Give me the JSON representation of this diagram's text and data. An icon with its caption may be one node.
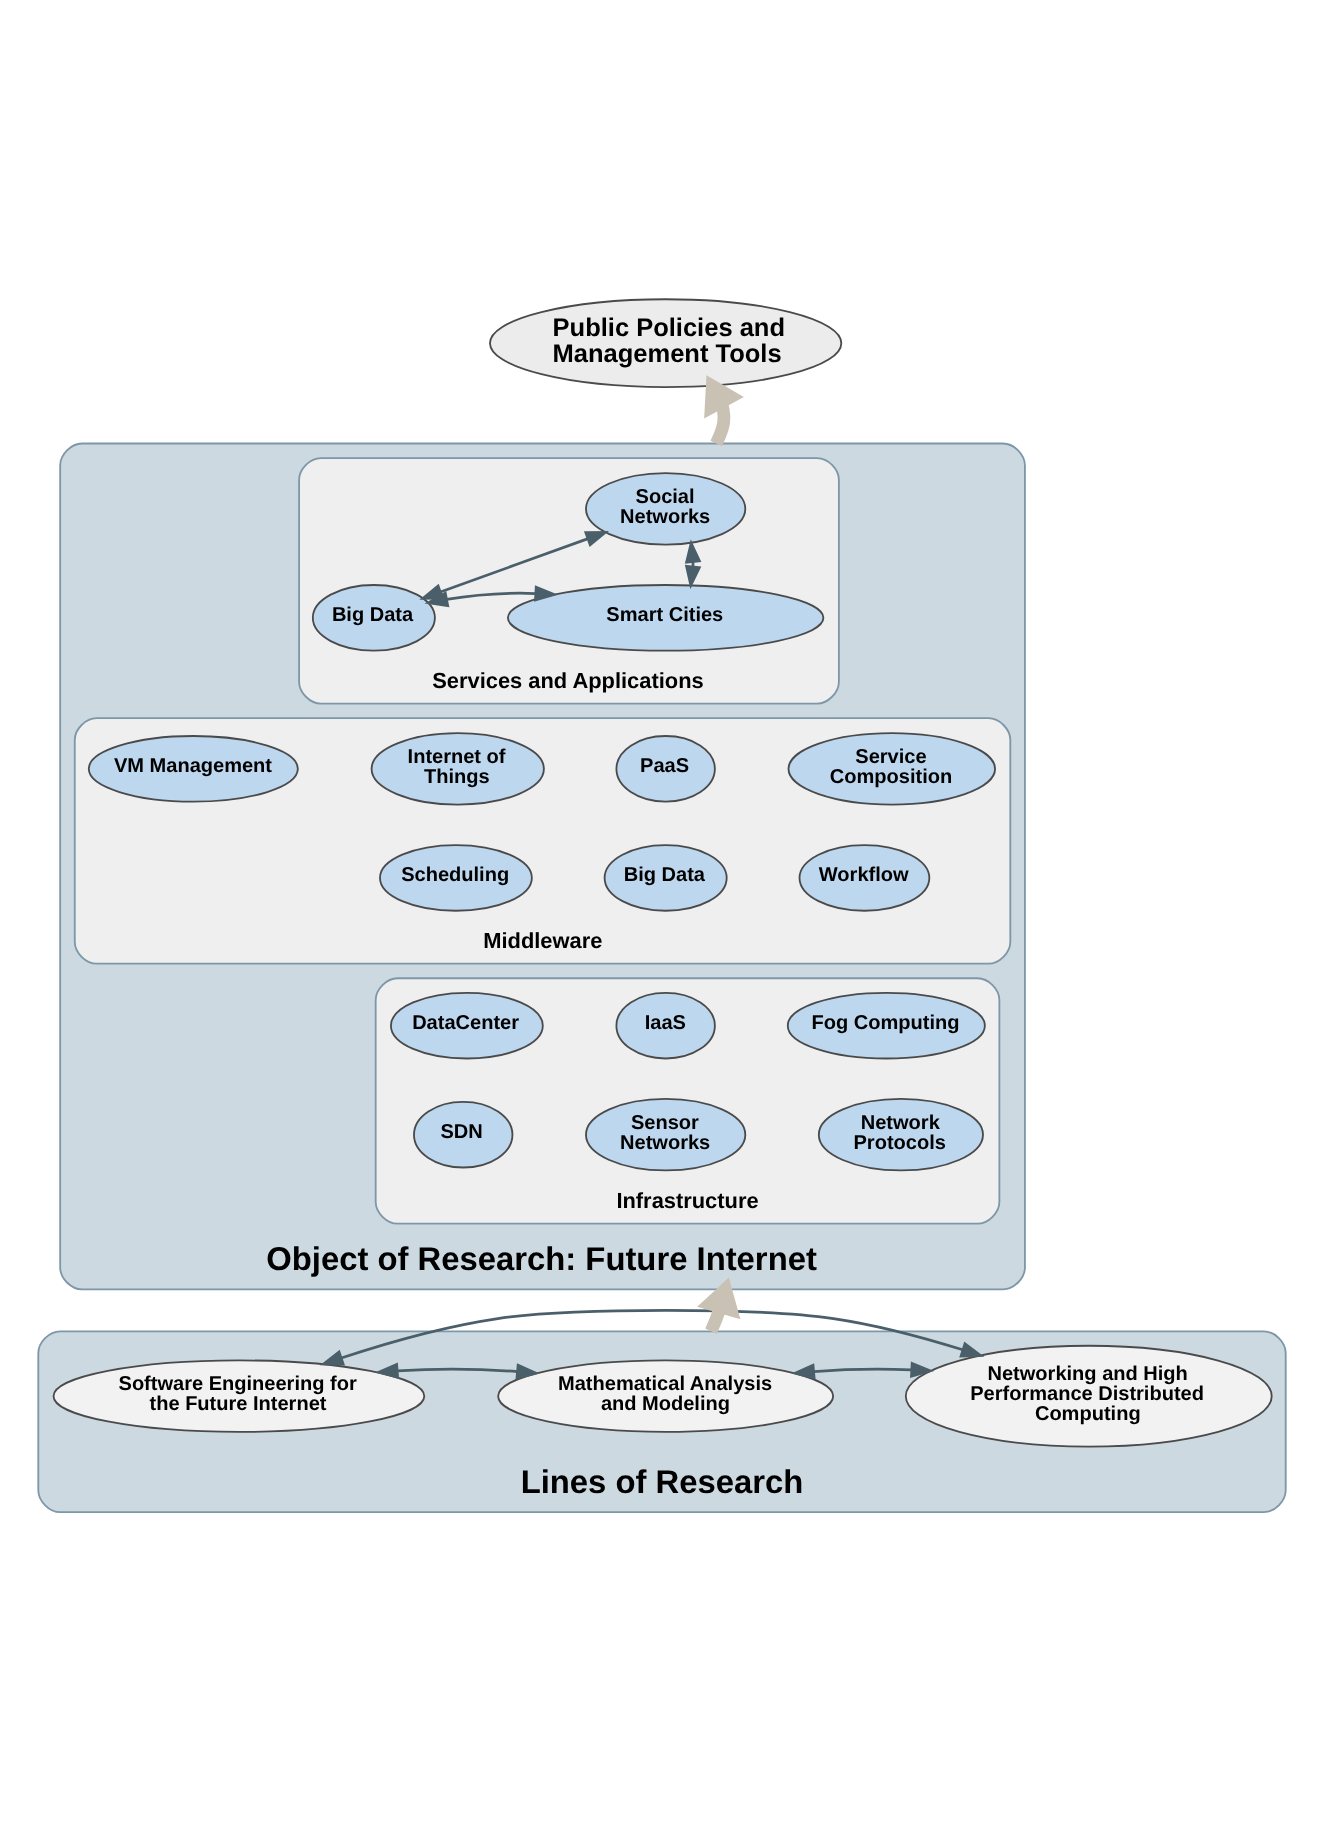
{
  "diagram": {
    "nodes": [
      {
        "text": [
          "Public Policies and Management Tools"
        ]
      },
      {
        "text": [
          "Object of Research: Future Internet"
        ]
      },
      {
        "text": [
          "Services and Applications"
        ],
        "in": 1
      },
      {
        "text": [
          "Social Networks"
        ],
        "in": 2
      },
      {
        "text": [
          "Big Data"
        ],
        "in": 2
      },
      {
        "text": [
          "Smart Cities"
        ],
        "in": 2
      },
      {
        "text": [
          "Middleware"
        ],
        "in": 1
      },
      {
        "text": [
          "Internet of Things"
        ],
        "in": 6
      },
      {
        "text": [
          "PaaS"
        ],
        "in": 6
      },
      {
        "text": [
          "VM Management"
        ],
        "in": 6
      },
      {
        "text": [
          "Service Composition"
        ],
        "in": 6
      },
      {
        "text": [
          "Scheduling"
        ],
        "in": 6
      },
      {
        "text": [
          "Big Data"
        ],
        "in": 6
      },
      {
        "text": [
          "Workflow"
        ],
        "in": 6
      },
      {
        "text": [
          "Infrastructure"
        ],
        "in": 1
      },
      {
        "text": [
          "IaaS"
        ],
        "in": 14
      },
      {
        "text": [
          "DataCenter"
        ],
        "in": 14
      },
      {
        "text": [
          "Fog Computing"
        ],
        "in": 14
      },
      {
        "text": [
          "SDN"
        ],
        "in": 14
      },
      {
        "text": [
          "Network Protocols"
        ],
        "in": 14
      },
      {
        "text": [
          "Sensor Networks"
        ],
        "in": 14
      },
      {
        "text": [
          "Lines of Research"
        ]
      },
      {
        "text": [
          "Software Engineering for the Future Internet"
        ],
        "in": 21
      },
      {
        "text": [
          "Mathematical Analysis and Modeling"
        ],
        "in": 21
      },
      {
        "text": [
          "Networking and High Performance Distributed Computing"
        ],
        "in": 21
      }
    ],
    "edges": [
      {
        "from": 1,
        "to": 0,
        "arrow": "to",
        "style": "thick",
        "color": "#c9c2b4"
      },
      {
        "from": 3,
        "to": 4,
        "arrow": "both"
      },
      {
        "from": 3,
        "to": 5,
        "arrow": "both"
      },
      {
        "from": 4,
        "to": 5,
        "arrow": "both"
      },
      {
        "from": 21,
        "to": 1,
        "arrow": "to",
        "style": "thick",
        "color": "#c9c2b4"
      },
      {
        "from": 22,
        "to": 23,
        "arrow": "both"
      },
      {
        "from": 23,
        "to": 24,
        "arrow": "both"
      },
      {
        "from": 22,
        "to": 24,
        "arrow": "both"
      }
    ]
  }
}
